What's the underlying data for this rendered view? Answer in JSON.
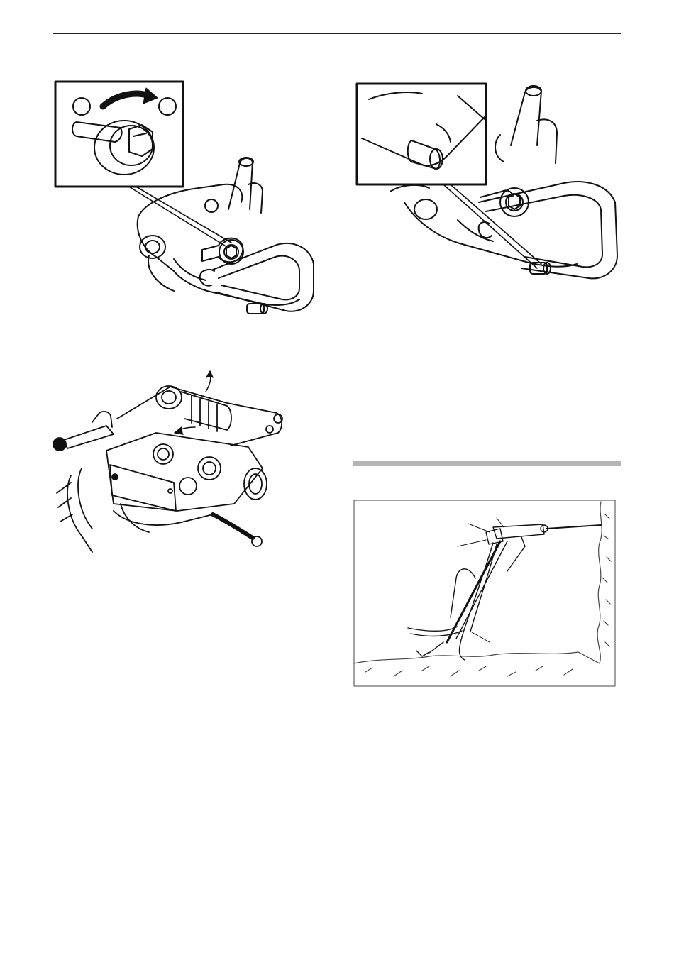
{
  "page": {
    "sections": [
      {
        "figures": [
          "figure-wrench-tightening-bolt",
          "figure-retaining-pin-detail"
        ]
      },
      {
        "figures": [
          "figure-control-valve-levers",
          "figure-drill-rig-setup"
        ]
      }
    ]
  },
  "colors": {
    "line": "#111111",
    "section_rule": "#b5b5b5",
    "ground_hatch": "#444444"
  },
  "icons": [
    "rotation-arrow-icon",
    "lever-arrow-icon"
  ]
}
